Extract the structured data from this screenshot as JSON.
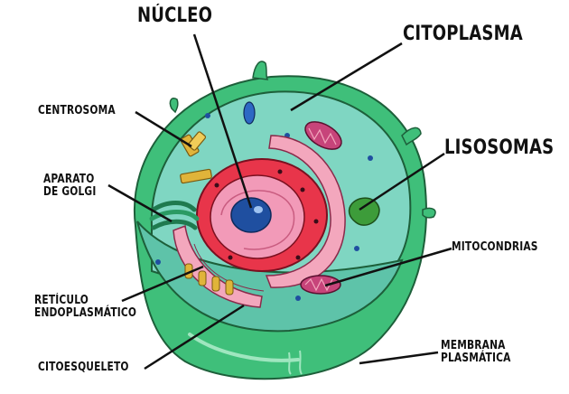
{
  "labels": {
    "nucleo": "NÚCLEO",
    "citoplasma": "CITOPLASMA",
    "centrosoma": "CENTROSOMA",
    "lisosomas": "LISOSOMAS",
    "aparato_de_golgi_line1": "APARATO",
    "aparato_de_golgi_line2": "DE GOLGI",
    "mitocondrias": "MITOCONDRIAS",
    "reticulo_line1": "RETÍCULO",
    "reticulo_line2": "ENDOPLASMÁTICO",
    "citoesqueleto": "CITOESQUELETO",
    "membrana_line1": "MEMBRANA",
    "membrana_line2": "PLASMÁTICA"
  },
  "colors": {
    "membrane": "#3fbf7a",
    "membrane_dark": "#2a8f57",
    "cytoplasm": "#7fd6c2",
    "cytoplasm_cut": "#5ec3a9",
    "nucleus_outer": "#e8354a",
    "nucleus_inner": "#f29ab8",
    "nucleolus": "#1f4fa0",
    "er": "#f3a7bd",
    "golgi": "#1f7a4f",
    "centrosome": "#e0b43a",
    "lysosome": "#3d9c3a",
    "mitochondria": "#c7447a"
  }
}
